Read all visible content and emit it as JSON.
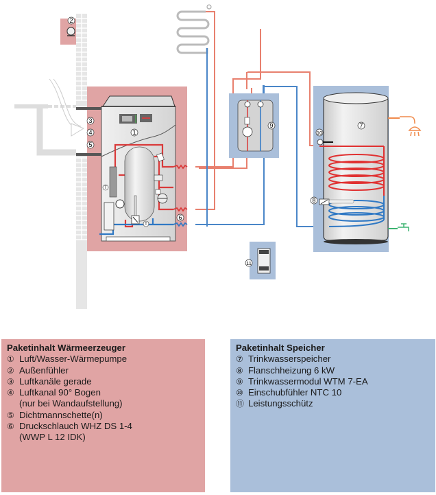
{
  "diagram": {
    "callouts": {
      "c1": "1",
      "c2": "2",
      "c3": "3",
      "c4": "4",
      "c5": "5",
      "c6": "6",
      "c7": "7",
      "c8": "8",
      "c9": "9",
      "c10": "10",
      "c11": "11",
      "sensor_t": "T"
    },
    "colors": {
      "heat_package_bg": "#e0a4a4",
      "storage_package_bg": "#aabfda",
      "supply_red": "#d93a3a",
      "flow_light_red": "#e8806e",
      "return_blue": "#4a86c8",
      "hot_water_orange": "#f08a4b",
      "cold_water_green": "#3cb371",
      "wall_grey": "#d8d8d8"
    }
  },
  "legend_heat_generator": {
    "title": "Paketinhalt Wärmeerzeuger",
    "items": [
      {
        "num": "①",
        "text": "Luft/Wasser-Wärmepumpe"
      },
      {
        "num": "②",
        "text": "Außenfühler"
      },
      {
        "num": "③",
        "text": "Luftkanäle gerade"
      },
      {
        "num": "④",
        "text": "Luftkanal 90° Bogen\n(nur bei Wandaufstellung)"
      },
      {
        "num": "⑤",
        "text": "Dichtmannschette(n)"
      },
      {
        "num": "⑥",
        "text": "Druckschlauch WHZ DS 1-4\n(WWP L 12 IDK)"
      }
    ]
  },
  "legend_storage": {
    "title": "Paketinhalt Speicher",
    "items": [
      {
        "num": "⑦",
        "text": "Trinkwasserspeicher"
      },
      {
        "num": "⑧",
        "text": "Flanschheizung 6 kW"
      },
      {
        "num": "⑨",
        "text": "Trinkwassermodul WTM 7-EA"
      },
      {
        "num": "⑩",
        "text": "Einschubfühler NTC 10"
      },
      {
        "num": "⑪",
        "text": "Leistungsschütz"
      }
    ]
  }
}
